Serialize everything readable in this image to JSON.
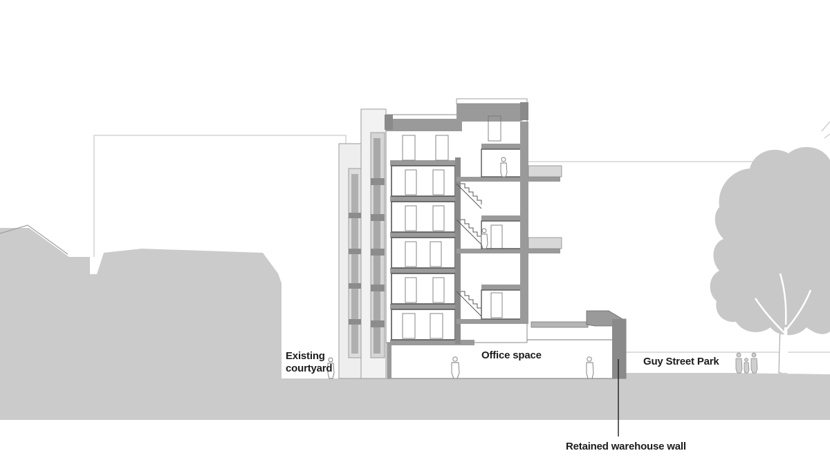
{
  "labels": {
    "existing_courtyard_line1": "Existing",
    "existing_courtyard_line2": "courtyard",
    "office_space": "Office space",
    "guy_street_park": "Guy Street Park",
    "retained_warehouse_wall": "Retained warehouse wall"
  },
  "colors": {
    "ground": "#cbcbcb",
    "neighbour_building": "#cbcbcb",
    "tree": "#c8c8c8",
    "structure": "#9a9a9a",
    "outline": "#555555",
    "text": "#1c1c1c"
  }
}
